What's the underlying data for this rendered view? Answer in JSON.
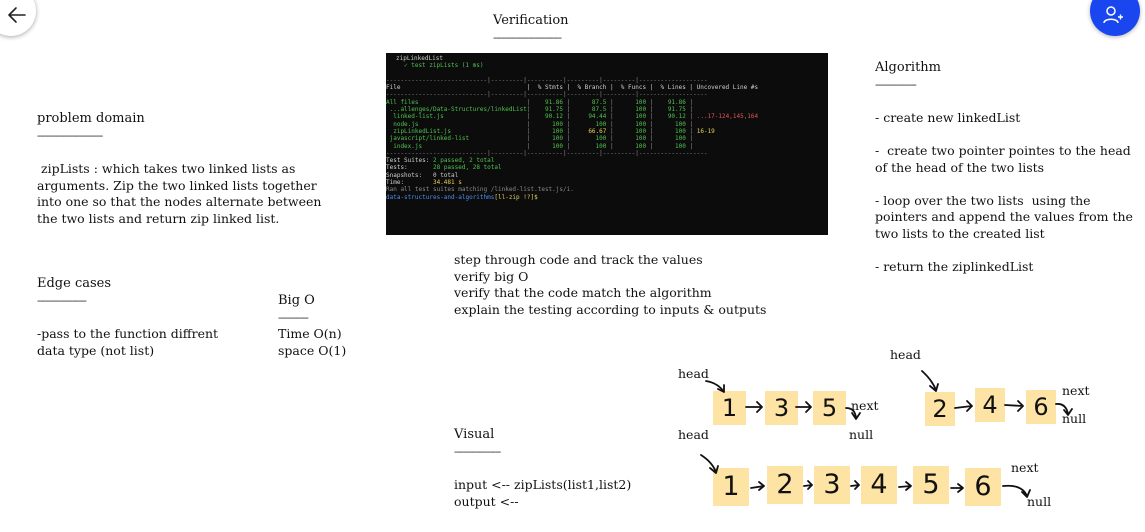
{
  "nav": {
    "back_icon": "arrow-left-icon",
    "user_icon": "add-person-icon"
  },
  "verification": {
    "title": "Verification",
    "dashes": "-------------------------",
    "notes": "step through code and track the values\nverify big O\nverify that the code match the algorithm\nexplain the testing according to inputs & outputs"
  },
  "terminal": {
    "suite": "zipLinkedList",
    "test": "✓ test zipLists (1 ms)",
    "divider": "----------------------------|---------|----------|---------|---------|-------------------",
    "header": [
      "File",
      "% Stmts",
      "% Branch",
      "% Funcs",
      "% Lines",
      "Uncovered Line #s"
    ],
    "rows": [
      [
        "All files",
        "91.86",
        "87.5",
        "100",
        "91.86",
        ""
      ],
      [
        "...allenges/Data-Structures/linkedList",
        "91.75",
        "87.5",
        "100",
        "91.75",
        ""
      ],
      [
        "linked-list.js",
        "90.12",
        "94.44",
        "100",
        "90.12",
        "...17-124,145,164"
      ],
      [
        "node.js",
        "100",
        "100",
        "100",
        "100",
        ""
      ],
      [
        "zipLinkedList.js",
        "100",
        "66.67",
        "100",
        "100",
        "16-19"
      ],
      [
        "javascript/linked-list",
        "100",
        "100",
        "100",
        "100",
        ""
      ],
      [
        "index.js",
        "100",
        "100",
        "100",
        "100",
        ""
      ]
    ],
    "suites_label": "Test Suites:",
    "suites_value": "2 passed, 2 total",
    "tests_label": "Tests:",
    "tests_value": "28 passed, 28 total",
    "snap_label": "Snapshots:",
    "snap_value": "0 total",
    "time_label": "Time:",
    "time_value": "34.481 s",
    "ran": "Ran all test suites matching /linked-list.test.js/i.",
    "prompt_dir": "data-structures-and-algorithms",
    "prompt_branch": "[ll-zip !?]$"
  },
  "problem": {
    "title": "problem domain",
    "dashes": "------------------------",
    "text": " zipLists : which takes two linked lists as\narguments. Zip the two linked lists together\ninto one so that the nodes alternate between\nthe two lists and return zip linked list."
  },
  "edge": {
    "title": "Edge cases",
    "dashes": "------------------",
    "text": "-pass to the function diffrent\ndata type (not list)"
  },
  "bigo": {
    "title": "Big O",
    "dashes": "-----------",
    "text": "Time O(n)\nspace O(1)"
  },
  "algorithm": {
    "title": "Algorithm",
    "dashes": "---------------",
    "text": "- create new linkedList\n\n-  create two pointer pointes to the head\nof the head of the two lists\n\n- loop over the two lists  using the\npointers and append the values from the\ntwo lists to the created list\n\n- return the ziplinkedList"
  },
  "visual": {
    "title": "Visual",
    "dashes": "-----------------",
    "input": "input <-- zipLists(list1,list2)",
    "output": "output <--",
    "head": "head",
    "next": "next",
    "null": "null",
    "list1": [
      "1",
      "3",
      "5"
    ],
    "list2": [
      "2",
      "4",
      "6"
    ],
    "merged": [
      "1",
      "2",
      "3",
      "4",
      "5",
      "6"
    ],
    "node_color": "#fde4a5"
  }
}
